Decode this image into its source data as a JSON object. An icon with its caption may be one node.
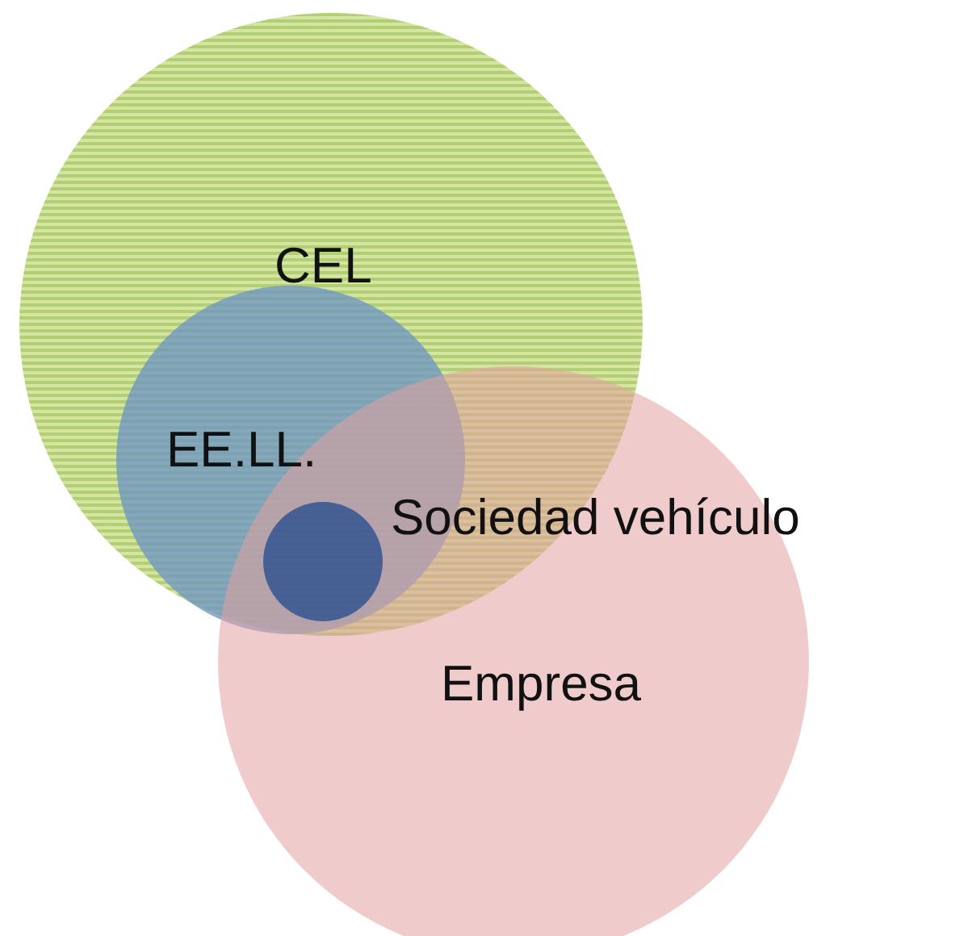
{
  "diagram": {
    "nodes": [
      {
        "text": [
          "CEL"
        ]
      },
      {
        "text": [
          "EE.LL."
        ],
        "in": 0
      },
      {
        "text": [],
        "shape": "circle",
        "beside": [
          "Sociedad vehículo"
        ]
      },
      {
        "text": [
          "Empresa"
        ]
      }
    ]
  }
}
